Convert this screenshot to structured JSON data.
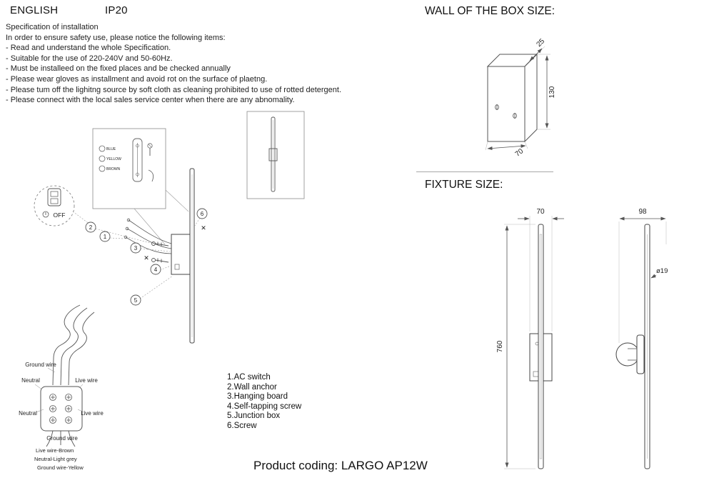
{
  "page": {
    "language_label": "ENGLISH",
    "ip_rating": "IP20",
    "product_coding": "Product coding: LARGO AP12W"
  },
  "specification": {
    "title": "Specification of installation",
    "intro": "In order to ensure safety use, please notice the following items:",
    "items": [
      "- Read and understand the whole Specification.",
      "- Suitable for the use of 220-240V and 50-60Hz.",
      "- Must be installeed on the fixed places and be checked annually",
      "- Please wear gloves as installment and avoid rot on the surface of plaetng.",
      "- Please tum off the lighitng source by soft cloth as cleaning prohibited to use of rotted detergent.",
      "- Please connect with the local sales service center when there are any abnomality."
    ]
  },
  "wall_box_section": {
    "title": "WALL OF THE BOX SIZE:",
    "dim_depth": "25",
    "dim_height": "130",
    "dim_width": "70"
  },
  "fixture_section": {
    "title": "FIXTURE SIZE:",
    "dim_front_width": "70",
    "dim_side_width": "98",
    "dim_diameter": "ø19",
    "dim_height": "760"
  },
  "assembly": {
    "wire_blue": "BLUE",
    "wire_yellow": "YELLOW",
    "wire_brown": "BROWN",
    "switch_label": "OFF",
    "callout_1": "1",
    "callout_2": "2",
    "callout_3": "3",
    "callout_4": "4",
    "callout_5": "5",
    "callout_6": "6",
    "x_mark": "✕"
  },
  "parts_list": {
    "items": [
      "1.AC switch",
      "2.Wall anchor",
      "3.Hanging board",
      "4.Self-tapping screw",
      "5.Junction box",
      "6.Screw"
    ]
  },
  "wiring": {
    "ground_top": "Ground wire",
    "neutral_top": "Neutral",
    "live_top": "Live wire",
    "neutral_bottom": "Neutral",
    "live_bottom": "Live wire",
    "ground_bottom": "Ground wire",
    "legend": [
      "Live wire-Brown",
      "Neutral-Light grey",
      "Ground wire-Yellow"
    ]
  }
}
